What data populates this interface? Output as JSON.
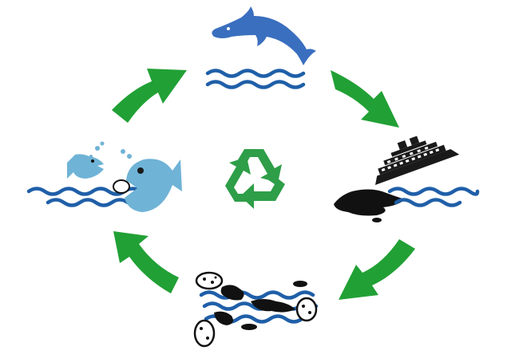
{
  "diagram": {
    "type": "cycle",
    "stages": [
      {
        "id": "healthy-sea",
        "icon": "dolphin-icon"
      },
      {
        "id": "oil-spill",
        "icon": "sinking-ship-icon"
      },
      {
        "id": "bacteria-degrade-oil",
        "icon": "bacteria-icon"
      },
      {
        "id": "fish-eat-bacteria",
        "icon": "fish-icon"
      }
    ],
    "center_icon": "recycle-icon",
    "colors": {
      "arrow": "#21a035",
      "water": "#1f5fa8",
      "dolphin": "#3a6fbf",
      "fish": "#6fb3d6",
      "oil": "#111111",
      "recycle": "#2e9e48"
    }
  }
}
